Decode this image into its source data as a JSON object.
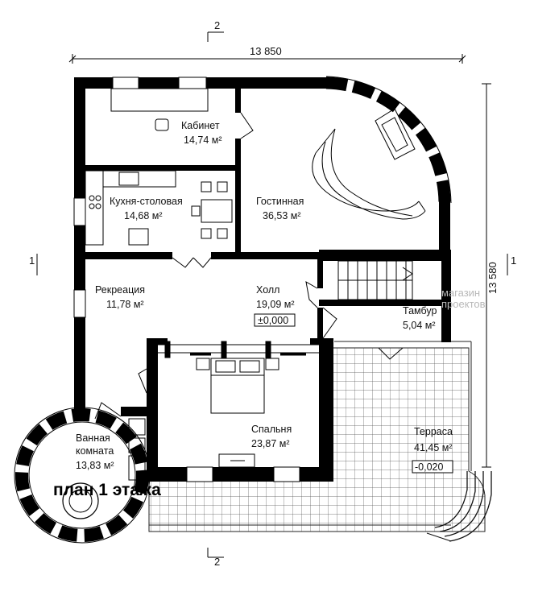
{
  "plan": {
    "title": "план 1 этажа",
    "overall_width": "13 850",
    "overall_depth": "13 580",
    "section_marks": {
      "vertical": "2",
      "horizontal": "1"
    },
    "watermark": [
      "магазин",
      "проектов"
    ],
    "rooms": [
      {
        "name": "Кабинет",
        "area": "14,74 м²"
      },
      {
        "name": "Кухня-столовая",
        "area": "14,68 м²"
      },
      {
        "name": "Гостинная",
        "area": "36,53 м²"
      },
      {
        "name": "Рекреация",
        "area": "11,78 м²"
      },
      {
        "name": "Холл",
        "area": "19,09 м²",
        "level": "±0,000"
      },
      {
        "name": "Тамбур",
        "area": "5,04 м²"
      },
      {
        "name": "Спальня",
        "area": "23,87 м²"
      },
      {
        "name": "Ванная",
        "name2": "комната",
        "area": "13,83 м²"
      },
      {
        "name": "Терраса",
        "area": "41,45 м²",
        "level": "-0,020"
      }
    ]
  }
}
